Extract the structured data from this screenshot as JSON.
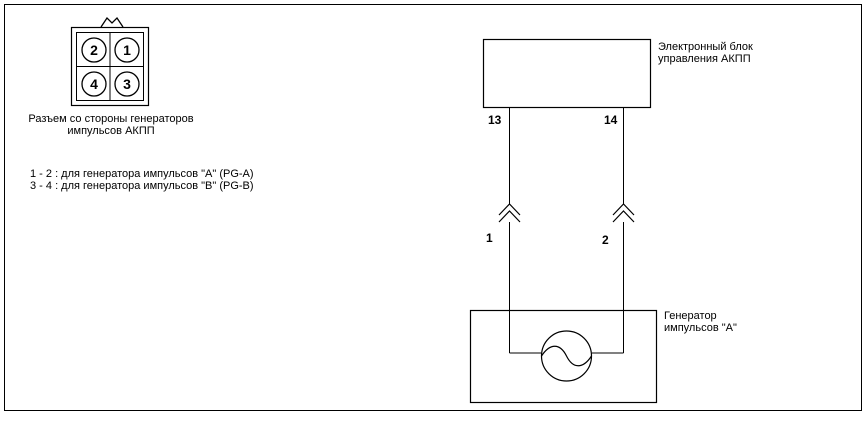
{
  "connector": {
    "pins": [
      "2",
      "1",
      "4",
      "3"
    ],
    "caption_line1": "Разъем со стороны генераторов",
    "caption_line2": "импульсов АКПП"
  },
  "legend": {
    "line1": "1 - 2 : для генератора импульсов \"A\" (PG-A)",
    "line2": "3 - 4 : для генератора импульсов \"B\" (PG-B)"
  },
  "ecu": {
    "label_line1": "Электронный блок",
    "label_line2": "управления АКПП",
    "terminal_left": "13",
    "terminal_right": "14"
  },
  "wires": {
    "connector_left": "1",
    "connector_right": "2"
  },
  "generator": {
    "label_line1": "Генератор",
    "label_line2": "импульсов \"A\""
  },
  "colors": {
    "line": "#000000",
    "background": "#ffffff"
  }
}
